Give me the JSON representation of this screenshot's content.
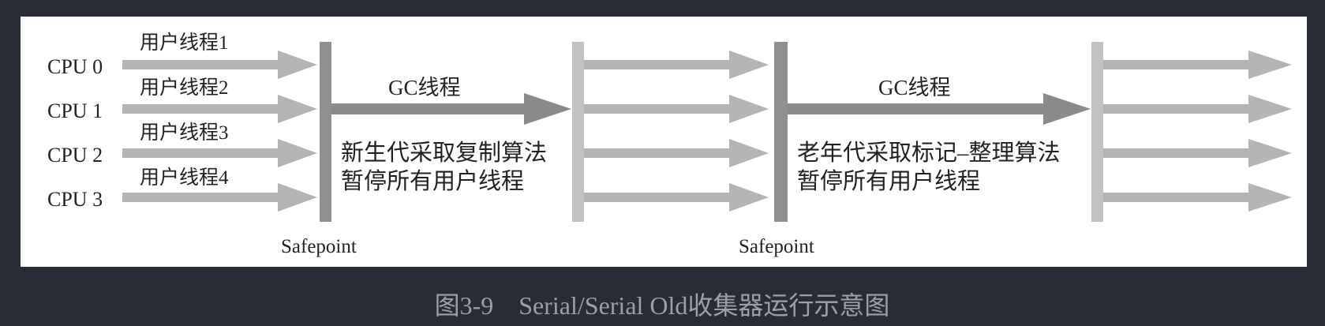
{
  "cpus": [
    "CPU 0",
    "CPU 1",
    "CPU 2",
    "CPU 3"
  ],
  "user_threads": [
    "用户线程1",
    "用户线程2",
    "用户线程3",
    "用户线程4"
  ],
  "phase1": {
    "gc_label": "GC线程",
    "desc_line1": "新生代采取复制算法",
    "desc_line2": "暂停所有用户线程",
    "safepoint": "Safepoint"
  },
  "phase2": {
    "gc_label": "GC线程",
    "desc_line1": "老年代采取标记–整理算法",
    "desc_line2": "暂停所有用户线程",
    "safepoint": "Safepoint"
  },
  "caption": "图3-9　Serial/Serial Old收集器运行示意图",
  "colors": {
    "background": "#282c34",
    "panel": "#ffffff",
    "user_arrow": "#b4b4b4",
    "gc_arrow": "#8a8a8a",
    "safepoint_bar": "#909090",
    "resume_bar": "#c2c2c2"
  }
}
